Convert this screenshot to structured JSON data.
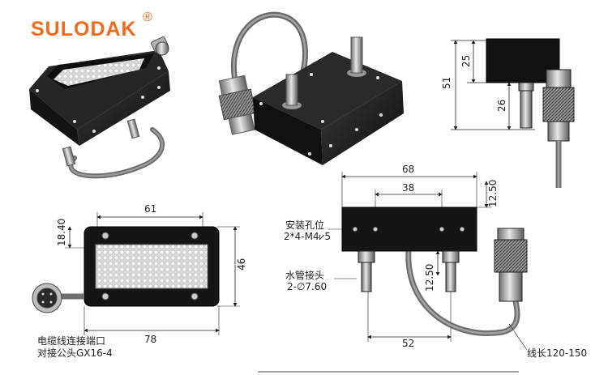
{
  "brand": {
    "name": "SULODAK",
    "registered": "®",
    "color": "#f26a1b"
  },
  "dimensions": {
    "side_height_total": "51",
    "side_body_height": "25",
    "side_fitting_height": "26",
    "width_68": "68",
    "width_38": "38",
    "height_12_50_top": "12.50",
    "height_12_50_bottom": "12.50",
    "spacing_52": "52",
    "window_width": "61",
    "window_offset": "18.40",
    "front_height": "46",
    "front_width": "78"
  },
  "labels": {
    "mount_hole_title": "安装孔位",
    "mount_hole_spec": "2*4-M4⩗5",
    "water_fitting_title": "水管接头",
    "water_fitting_spec": "2-∅7.60",
    "cable_port_line1": "电缆线连接端口",
    "cable_port_line2": "对接公头GX16-4",
    "cable_length": "线长120-150"
  }
}
